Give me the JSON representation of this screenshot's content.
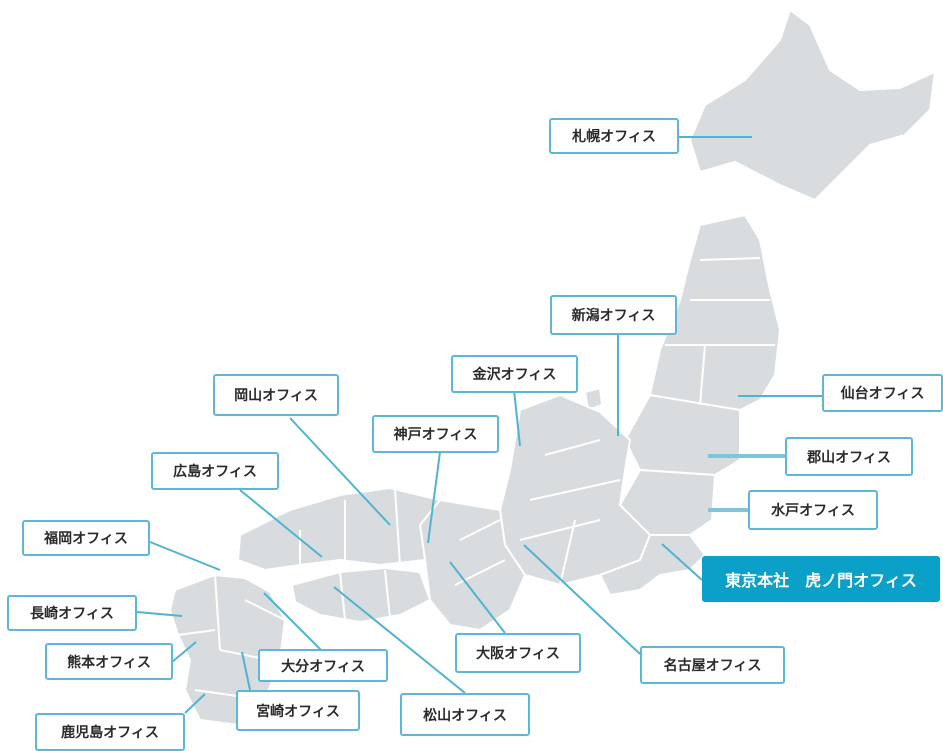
{
  "map": {
    "offices": {
      "sapporo": "札幌オフィス",
      "niigata": "新潟オフィス",
      "kanazawa": "金沢オフィス",
      "okayama": "岡山オフィス",
      "kobe": "神戸オフィス",
      "sendai": "仙台オフィス",
      "koriyama": "郡山オフィス",
      "mito": "水戸オフィス",
      "hiroshima": "広島オフィス",
      "fukuoka": "福岡オフィス",
      "nagasaki": "長崎オフィス",
      "kumamoto": "熊本オフィス",
      "oita": "大分オフィス",
      "osaka": "大阪オフィス",
      "nagoya": "名古屋オフィス",
      "miyazaki": "宮崎オフィス",
      "matsuyama": "松山オフィス",
      "kagoshima": "鹿児島オフィス"
    },
    "headquarters": "東京本社　虎ノ門オフィス",
    "colors": {
      "land": "#d8dcdf",
      "border": "#5cb8d6",
      "hq_fill": "#0aa0c8"
    }
  }
}
